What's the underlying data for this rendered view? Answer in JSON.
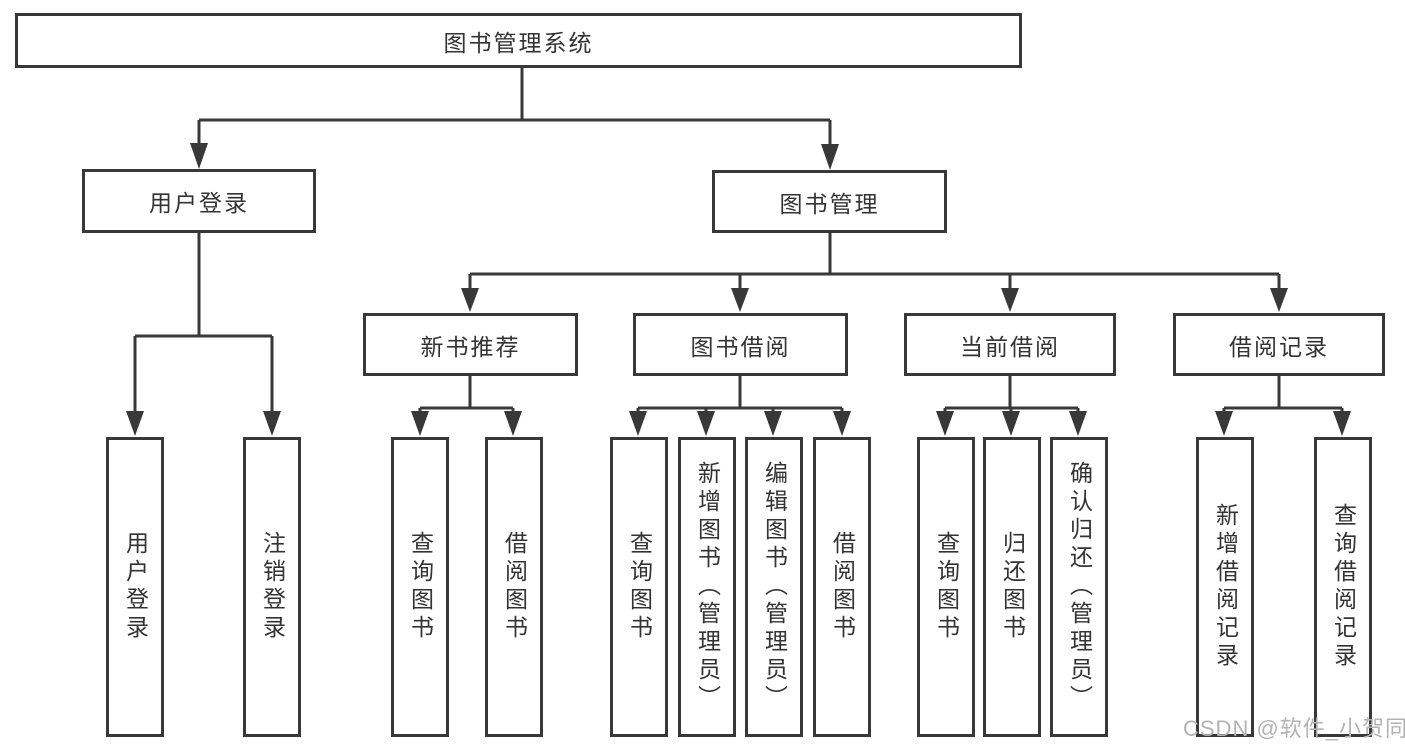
{
  "root": {
    "label": "图书管理系统"
  },
  "branches": [
    {
      "label": "用户登录",
      "children": [
        {
          "label": "用户登录"
        },
        {
          "label": "注销登录"
        }
      ]
    },
    {
      "label": "图书管理",
      "children": [
        {
          "label": "新书推荐",
          "children": [
            {
              "label": "查询图书"
            },
            {
              "label": "借阅图书"
            }
          ]
        },
        {
          "label": "图书借阅",
          "children": [
            {
              "label": "查询图书"
            },
            {
              "label": "新增图书（管理员）"
            },
            {
              "label": "编辑图书（管理员）"
            },
            {
              "label": "借阅图书"
            }
          ]
        },
        {
          "label": "当前借阅",
          "children": [
            {
              "label": "查询图书"
            },
            {
              "label": "归还图书"
            },
            {
              "label": "确认归还（管理员）"
            }
          ]
        },
        {
          "label": "借阅记录",
          "children": [
            {
              "label": "新增借阅记录"
            },
            {
              "label": "查询借阅记录"
            }
          ]
        }
      ]
    }
  ],
  "watermark": {
    "text": "CSDN @软件_小贺同学"
  },
  "colors": {
    "line": "#383838",
    "text": "#333333",
    "watermark": "#b3b3b3"
  }
}
